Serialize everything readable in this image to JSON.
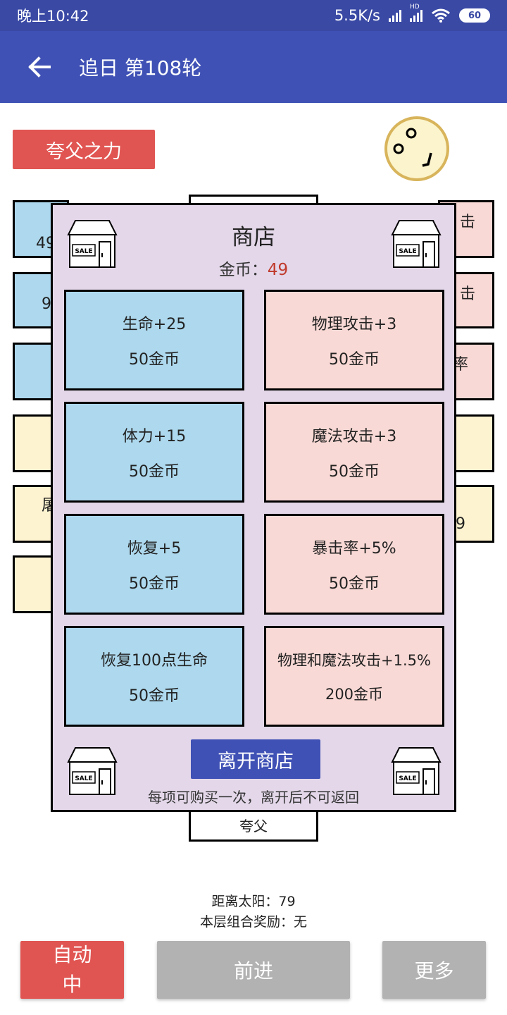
{
  "status_bar": {
    "time": "晚上10:42",
    "network_speed": "5.5K/s",
    "hd_label": "HD",
    "battery": "60"
  },
  "app_bar": {
    "title": "追日 第108轮",
    "back_icon": "arrow-left-icon"
  },
  "game": {
    "power_button": "夸父之力",
    "avatar_icon": "smiley-face-icon",
    "background_tiles": {
      "left_1": "49",
      "left_2": "9",
      "left_5": "屠",
      "right_1": "击",
      "right_2": "击",
      "right_3": "率",
      "right_5": "9",
      "bottom_center": "夸父"
    }
  },
  "shop": {
    "title": "商店",
    "gold_label": "金币：",
    "gold_value": "49",
    "shop_icon": "sale-storefront-icon",
    "sale_text": "SALE",
    "items": [
      {
        "name": "生命+25",
        "price": "50金币",
        "color": "#add8ed"
      },
      {
        "name": "物理攻击+3",
        "price": "50金币",
        "color": "#f9d9d5"
      },
      {
        "name": "体力+15",
        "price": "50金币",
        "color": "#add8ed"
      },
      {
        "name": "魔法攻击+3",
        "price": "50金币",
        "color": "#f9d9d5"
      },
      {
        "name": "恢复+5",
        "price": "50金币",
        "color": "#add8ed"
      },
      {
        "name": "暴击率+5%",
        "price": "50金币",
        "color": "#f9d9d5"
      },
      {
        "name": "恢复100点生命",
        "price": "50金币",
        "color": "#add8ed"
      },
      {
        "name": "物理和魔法攻击+1.5%",
        "price": "200金币",
        "color": "#f9d9d5"
      }
    ],
    "leave_button": "离开商店",
    "note": "每项可购买一次，离开后不可返回"
  },
  "info": {
    "distance": "距离太阳：79",
    "combo_bonus": "本层组合奖励：无"
  },
  "bottom": {
    "auto_button": "自动中",
    "forward_button": "前进",
    "more_button": "更多"
  },
  "colors": {
    "primary": "#3f51b5",
    "status_bar": "#3949a4",
    "accent_red": "#e05552",
    "disabled_gray": "#b2b2b2",
    "gold_value": "#c0392b",
    "dialog_bg": "#e3d7e9"
  }
}
